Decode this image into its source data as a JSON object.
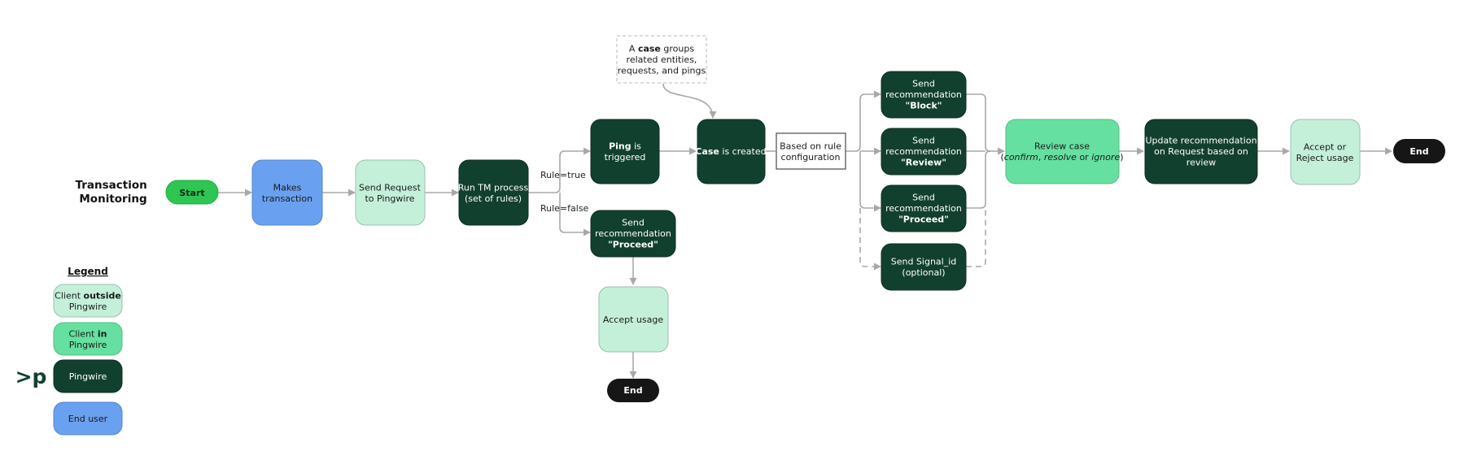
{
  "title": [
    "Transaction",
    "Monitoring"
  ],
  "legend": {
    "heading": "Legend",
    "items": [
      {
        "lines": [
          [
            {
              "t": "Client "
            },
            {
              "t": "outside",
              "b": true
            }
          ],
          [
            {
              "t": "Pingwire"
            }
          ]
        ]
      },
      {
        "lines": [
          [
            {
              "t": "Client "
            },
            {
              "t": "in",
              "b": true
            }
          ],
          [
            {
              "t": "Pingwire"
            }
          ]
        ]
      },
      {
        "lines": [
          [
            {
              "t": "Pingwire"
            }
          ]
        ]
      },
      {
        "lines": [
          [
            {
              "t": "End user"
            }
          ]
        ]
      }
    ]
  },
  "logo": ">p",
  "colors": {
    "start": "#2dc653",
    "end_user": "#6aa0f0",
    "client_outside": "#c4f0da",
    "client_in": "#66e0a0",
    "pingwire": "#12402f",
    "terminal": "#161616",
    "connector": "#a8a8a8"
  },
  "nodes": {
    "start": {
      "kind": "start",
      "lines": [
        [
          {
            "t": "Start",
            "b": true
          }
        ]
      ]
    },
    "makes": {
      "kind": "user",
      "lines": [
        [
          {
            "t": "Makes"
          }
        ],
        [
          {
            "t": "transaction"
          }
        ]
      ]
    },
    "send_request": {
      "kind": "cout",
      "lines": [
        [
          {
            "t": "Send Request"
          }
        ],
        [
          {
            "t": "to Pingwire"
          }
        ]
      ]
    },
    "run_tm": {
      "kind": "pw",
      "lines": [
        [
          {
            "t": "Run TM process"
          }
        ],
        [
          {
            "t": "(set of rules)"
          }
        ]
      ]
    },
    "ping": {
      "kind": "pw",
      "lines": [
        [
          {
            "t": "Ping",
            "b": true
          },
          {
            "t": " is"
          }
        ],
        [
          {
            "t": "triggered"
          }
        ]
      ]
    },
    "rec_proceed_low": {
      "kind": "pw",
      "lines": [
        [
          {
            "t": "Send"
          }
        ],
        [
          {
            "t": "recommendation"
          }
        ],
        [
          {
            "t": "\"Proceed\"",
            "b": true
          }
        ]
      ]
    },
    "accept_usage": {
      "kind": "cout",
      "lines": [
        [
          {
            "t": "Accept usage"
          }
        ]
      ]
    },
    "end_low": {
      "kind": "end",
      "lines": [
        [
          {
            "t": "End",
            "b": true
          }
        ]
      ]
    },
    "case": {
      "kind": "pw",
      "lines": [
        [
          {
            "t": "Case",
            "b": true
          },
          {
            "t": " is created"
          }
        ]
      ]
    },
    "rule_config": {
      "kind": "box",
      "lines": [
        [
          {
            "t": "Based on rule"
          }
        ],
        [
          {
            "t": "configuration"
          }
        ]
      ]
    },
    "rec_block": {
      "kind": "pw",
      "lines": [
        [
          {
            "t": "Send"
          }
        ],
        [
          {
            "t": "recommendation"
          }
        ],
        [
          {
            "t": "\"Block\"",
            "b": true
          }
        ]
      ]
    },
    "rec_review": {
      "kind": "pw",
      "lines": [
        [
          {
            "t": "Send"
          }
        ],
        [
          {
            "t": "recommendation"
          }
        ],
        [
          {
            "t": "\"Review\"",
            "b": true
          }
        ]
      ]
    },
    "rec_proceed": {
      "kind": "pw",
      "lines": [
        [
          {
            "t": "Send"
          }
        ],
        [
          {
            "t": "recommendation"
          }
        ],
        [
          {
            "t": "\"Proceed\"",
            "b": true
          }
        ]
      ]
    },
    "signal": {
      "kind": "pw",
      "lines": [
        [
          {
            "t": "Send Signal_id"
          }
        ],
        [
          {
            "t": "(optional)"
          }
        ]
      ]
    },
    "review_case": {
      "kind": "cin",
      "lines": [
        [
          {
            "t": "Review case"
          }
        ],
        [
          {
            "t": "("
          },
          {
            "t": "confirm",
            "i": true
          },
          {
            "t": ", "
          },
          {
            "t": "resolve",
            "i": true
          },
          {
            "t": " or "
          },
          {
            "t": "ignore",
            "i": true
          },
          {
            "t": ")"
          }
        ]
      ]
    },
    "update_rec": {
      "kind": "pw",
      "lines": [
        [
          {
            "t": "Update recommendation"
          }
        ],
        [
          {
            "t": "on Request based on"
          }
        ],
        [
          {
            "t": "review"
          }
        ]
      ]
    },
    "accept_reject": {
      "kind": "cout",
      "lines": [
        [
          {
            "t": "Accept or"
          }
        ],
        [
          {
            "t": "Reject usage"
          }
        ]
      ]
    },
    "end_main": {
      "kind": "end",
      "lines": [
        [
          {
            "t": "End",
            "b": true
          }
        ]
      ]
    }
  },
  "note": {
    "lines": [
      [
        {
          "t": "A "
        },
        {
          "t": "case",
          "b": true
        },
        {
          "t": " groups"
        }
      ],
      [
        {
          "t": "related entities,"
        }
      ],
      [
        {
          "t": "requests, and pings"
        }
      ]
    ]
  },
  "edge_labels": {
    "rule_true": "Rule=true",
    "rule_false": "Rule=false"
  }
}
